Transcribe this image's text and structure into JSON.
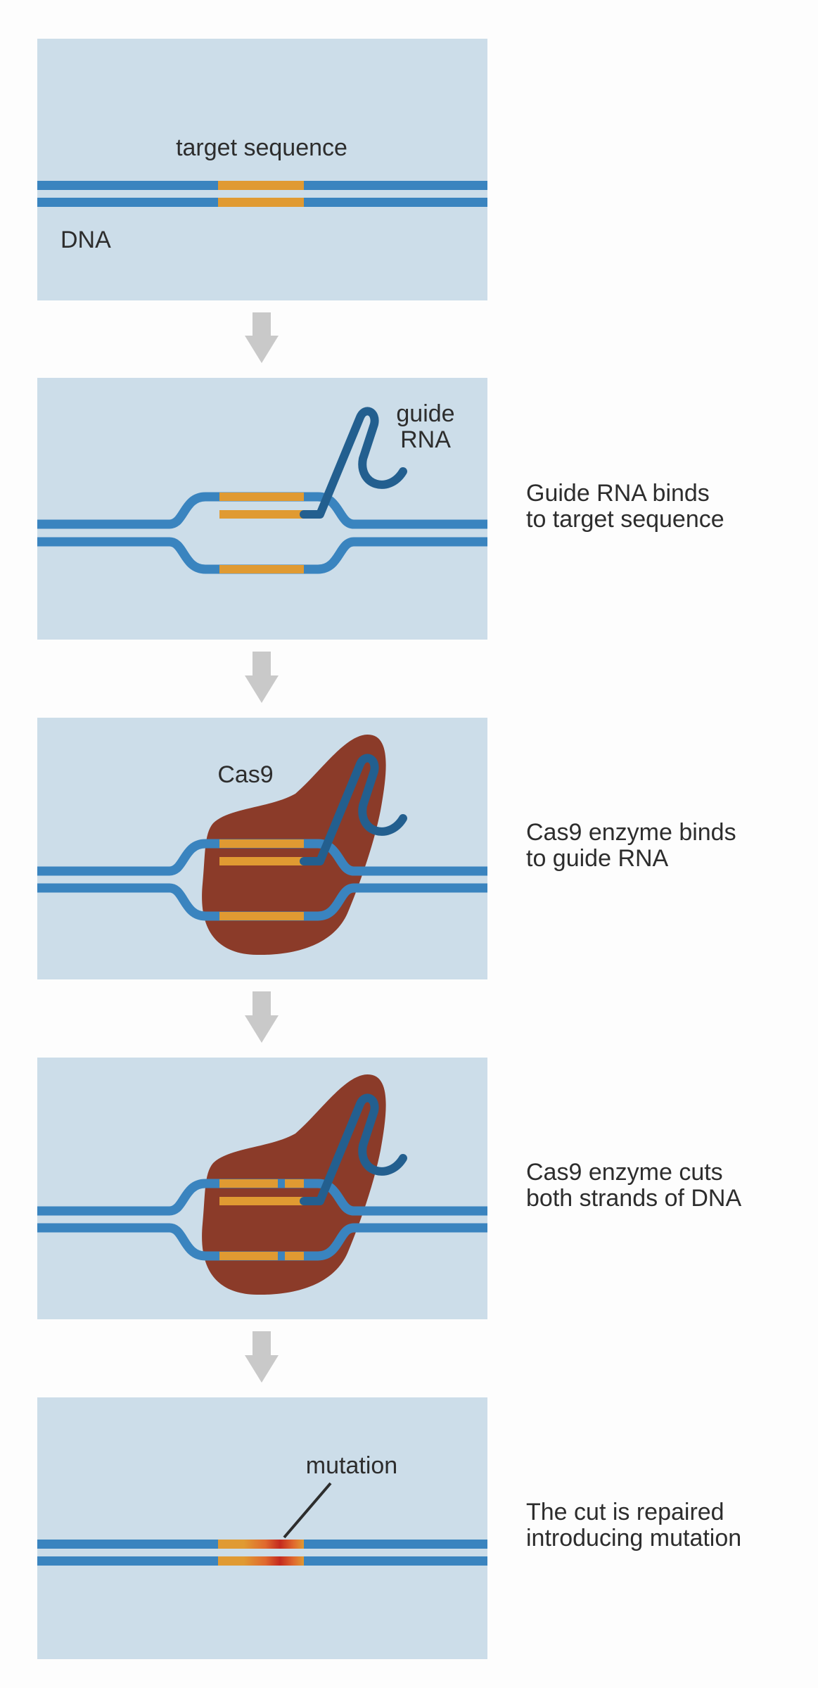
{
  "colors": {
    "panel": "#ccdde9",
    "dna": "#3a84bf",
    "target": "#e09a32",
    "guide_rna": "#235f8f",
    "cas9": "#8b3b29",
    "arrow": "#c9c9c9",
    "text": "#2d2d2d",
    "mutation_core": "#c42a1f"
  },
  "panels": [
    {
      "id": "initial-dna",
      "labels": {
        "target": "target sequence",
        "dna": "DNA"
      }
    },
    {
      "id": "guide-rna-binding",
      "labels": {
        "guide_line1": "guide",
        "guide_line2": "RNA"
      }
    },
    {
      "id": "cas9-binding",
      "labels": {
        "cas9": "Cas9"
      }
    },
    {
      "id": "cas9-cut",
      "labels": {}
    },
    {
      "id": "repair",
      "labels": {
        "mutation": "mutation"
      }
    }
  ],
  "steps": [
    {
      "line1": "Guide RNA binds",
      "line2": "to target sequence"
    },
    {
      "line1": "Cas9 enzyme binds",
      "line2": "to guide RNA"
    },
    {
      "line1": "Cas9 enzyme cuts",
      "line2": "both strands of DNA"
    },
    {
      "line1": "The cut is repaired",
      "line2": "introducing mutation"
    }
  ]
}
